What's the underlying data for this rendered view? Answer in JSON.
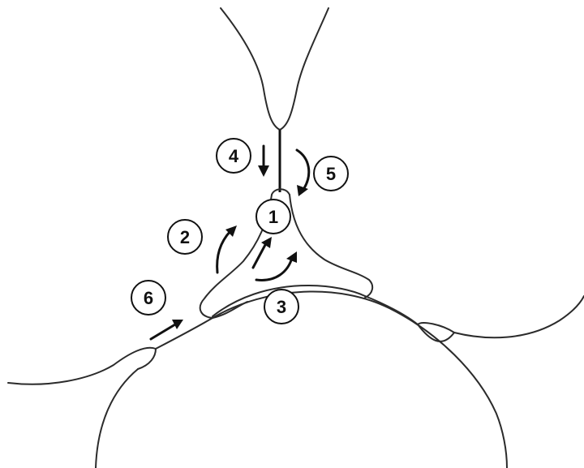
{
  "markers": [
    {
      "id": "1",
      "label": "1"
    },
    {
      "id": "2",
      "label": "2"
    },
    {
      "id": "3",
      "label": "3"
    },
    {
      "id": "4",
      "label": "4"
    },
    {
      "id": "5",
      "label": "5"
    },
    {
      "id": "6",
      "label": "6"
    }
  ],
  "colors": {
    "line": "#2b2b2b",
    "arrow": "#111111",
    "background": "#ffffff"
  }
}
